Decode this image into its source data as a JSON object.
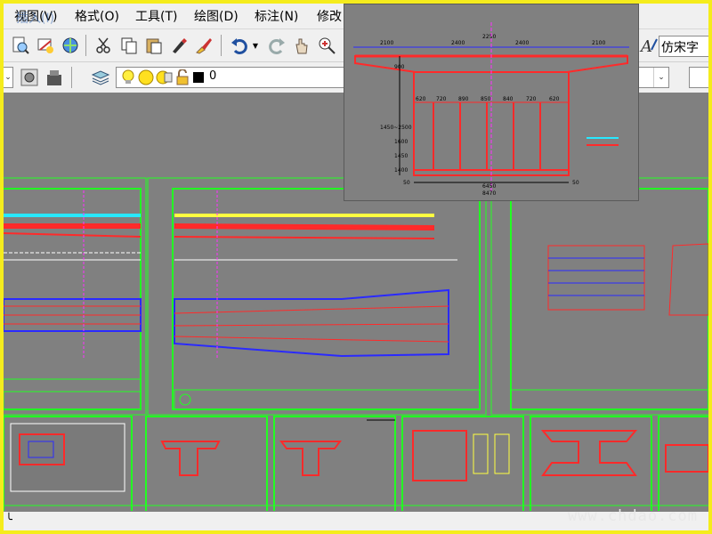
{
  "menubar": {
    "items": [
      {
        "label": "视图(V)"
      },
      {
        "label": "格式(O)"
      },
      {
        "label": "工具(T)"
      },
      {
        "label": "绘图(D)"
      },
      {
        "label": "标注(N)"
      },
      {
        "label": "修改"
      }
    ],
    "overlay_text": "插入(I)"
  },
  "toolbar": {
    "font_name": "仿宋字",
    "layer_value": "0",
    "layer_color": "#000000"
  },
  "preview": {
    "dims_top": [
      "2100",
      "2250",
      "2100"
    ],
    "dims_top2": [
      "2400",
      "2400"
    ],
    "web_dims": [
      "620",
      "720",
      "890",
      "850",
      "840",
      "720",
      "620"
    ],
    "side_labels": [
      "900",
      "1450~2500",
      "1600",
      "1450",
      "1400"
    ],
    "bottom_dims": [
      "6450",
      "8470"
    ],
    "end_labels": [
      "50",
      "50"
    ]
  },
  "watermark": {
    "text": "www.chdao.com"
  },
  "colors": {
    "frame": "#f5ec1c",
    "canvas": "#808080",
    "border_green": "#22ff22",
    "red": "#ff2a2a",
    "blue": "#2a2aff",
    "cyan": "#28e8ff",
    "yellow": "#ffff40",
    "magenta": "#ff30ff"
  }
}
